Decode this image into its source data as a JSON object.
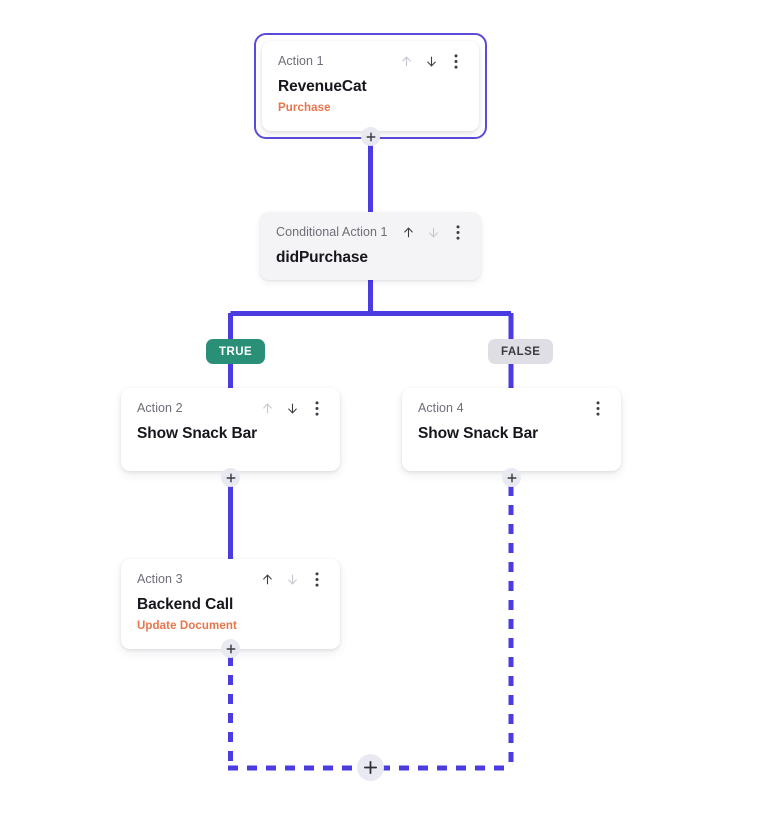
{
  "canvas": {
    "background": "#ffffff",
    "connector_color": "#4b3ce2",
    "accent_orange": "#e8754a",
    "selection_color": "#5b4bdb",
    "true_badge_color": "#2a8f77",
    "false_badge_color": "#dedee4"
  },
  "nodes": [
    {
      "id": "action-1",
      "label": "Action 1",
      "title": "RevenueCat",
      "subtitle": "Purchase",
      "selected": true,
      "tools": {
        "move_up": {
          "icon": "arrow-up-icon",
          "enabled": false
        },
        "move_down": {
          "icon": "arrow-down-icon",
          "enabled": true
        },
        "more": {
          "icon": "more-vertical-icon",
          "enabled": true
        }
      }
    },
    {
      "id": "conditional-action-1",
      "label": "Conditional Action 1",
      "title": "didPurchase",
      "subtitle": "",
      "selected": false,
      "tools": {
        "move_up": {
          "icon": "arrow-up-icon",
          "enabled": true
        },
        "move_down": {
          "icon": "arrow-down-icon",
          "enabled": false
        },
        "more": {
          "icon": "more-vertical-icon",
          "enabled": true
        }
      }
    },
    {
      "id": "action-2",
      "label": "Action 2",
      "title": "Show Snack Bar",
      "subtitle": "",
      "selected": false,
      "tools": {
        "move_up": {
          "icon": "arrow-up-icon",
          "enabled": false
        },
        "move_down": {
          "icon": "arrow-down-icon",
          "enabled": true
        },
        "more": {
          "icon": "more-vertical-icon",
          "enabled": true
        }
      }
    },
    {
      "id": "action-4",
      "label": "Action 4",
      "title": "Show Snack Bar",
      "subtitle": "",
      "selected": false,
      "tools": {
        "more": {
          "icon": "more-vertical-icon",
          "enabled": true
        }
      }
    },
    {
      "id": "action-3",
      "label": "Action 3",
      "title": "Backend Call",
      "subtitle": "Update Document",
      "selected": false,
      "tools": {
        "move_up": {
          "icon": "arrow-up-icon",
          "enabled": true
        },
        "move_down": {
          "icon": "arrow-down-icon",
          "enabled": false
        },
        "more": {
          "icon": "more-vertical-icon",
          "enabled": true
        }
      }
    }
  ],
  "branches": {
    "true_label": "TRUE",
    "false_label": "FALSE"
  },
  "add_buttons": [
    {
      "id": "add-after-action-1",
      "label": "+"
    },
    {
      "id": "add-after-action-2",
      "label": "+"
    },
    {
      "id": "add-after-action-4",
      "label": "+"
    },
    {
      "id": "add-after-action-3",
      "label": "+"
    },
    {
      "id": "add-after-merge",
      "label": "+"
    }
  ]
}
